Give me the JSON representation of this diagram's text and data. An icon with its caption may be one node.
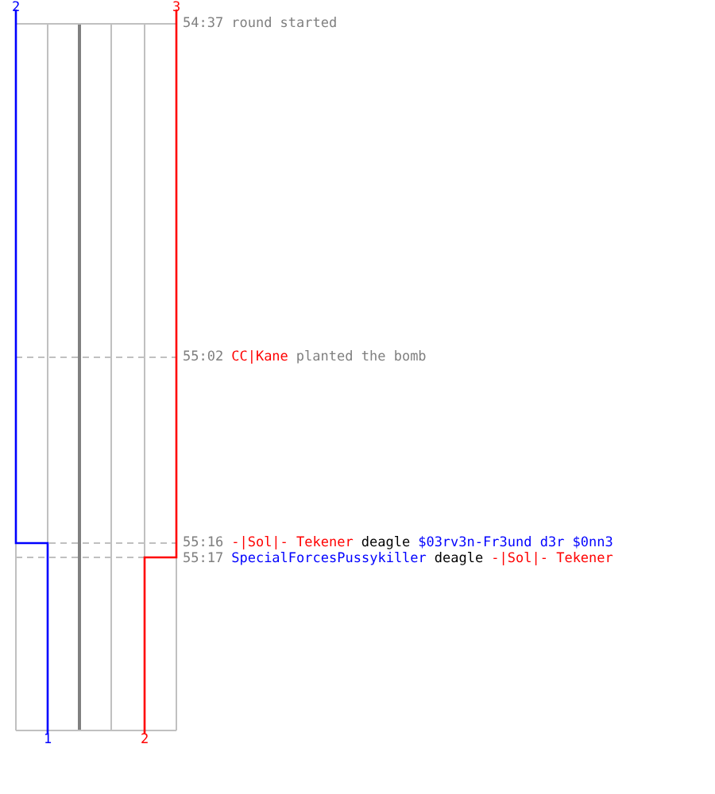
{
  "diagram": {
    "labels": [
      "2",
      "3",
      "54:37",
      "round started",
      "55:02",
      "CC|Kane",
      "planted the bomb",
      "55:16",
      "-|Sol|- Tekener",
      "deagle",
      "$03rv3n-Fr3und d3r $0nn3",
      "55:17",
      "SpecialForcesPussykiller",
      "deagle",
      "-|Sol|- Tekener",
      "1",
      "2"
    ]
  }
}
